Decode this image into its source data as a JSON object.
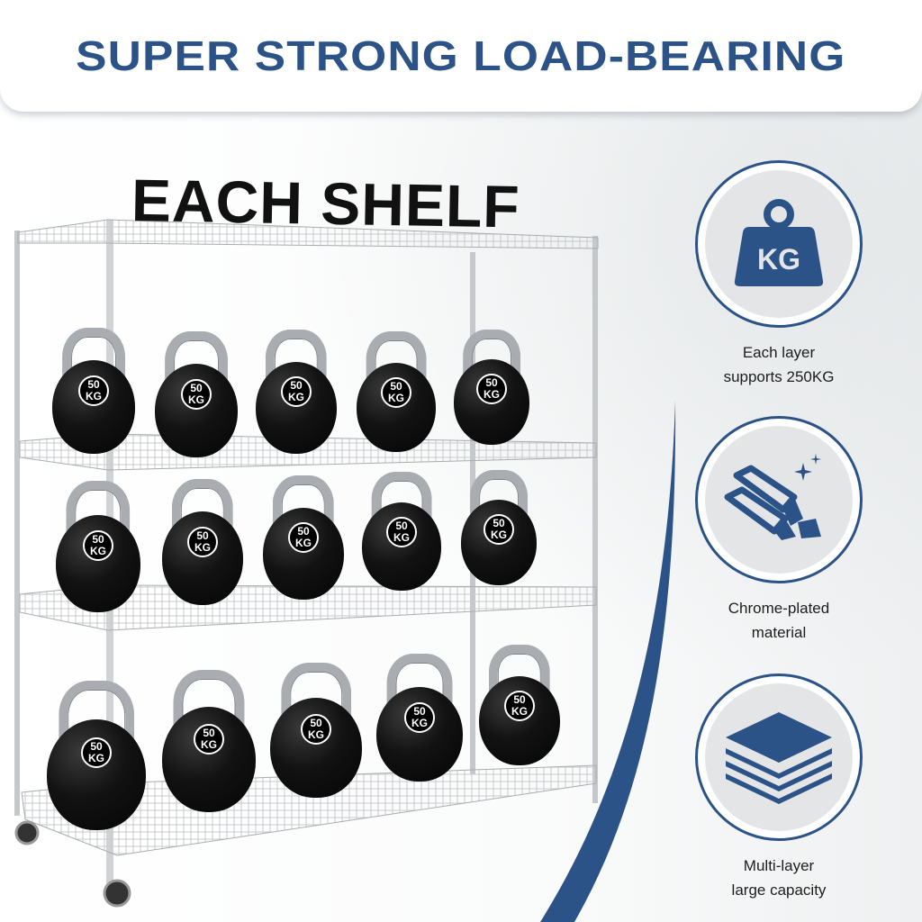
{
  "header": {
    "title": "SUPER STRONG LOAD-BEARING"
  },
  "product": {
    "overlay_text": "EACH SHELF",
    "kettlebell_label": {
      "line1": "50",
      "line2": "KG"
    },
    "shelves": [
      {
        "row": 1,
        "count": 5
      },
      {
        "row": 2,
        "count": 5
      },
      {
        "row": 3,
        "count": 5
      }
    ]
  },
  "features": [
    {
      "icon": "weight-kg-icon",
      "icon_text": "KG",
      "line1": "Each layer",
      "line2": "supports 250KG"
    },
    {
      "icon": "chrome-bars-icon",
      "line1": "Chrome-plated",
      "line2": "material"
    },
    {
      "icon": "layers-icon",
      "line1": "Multi-layer",
      "line2": "large capacity"
    }
  ],
  "colors": {
    "brand_blue": "#2b5388",
    "icon_bg": "#e4e5e6",
    "text_dark": "#1d1d1d"
  }
}
